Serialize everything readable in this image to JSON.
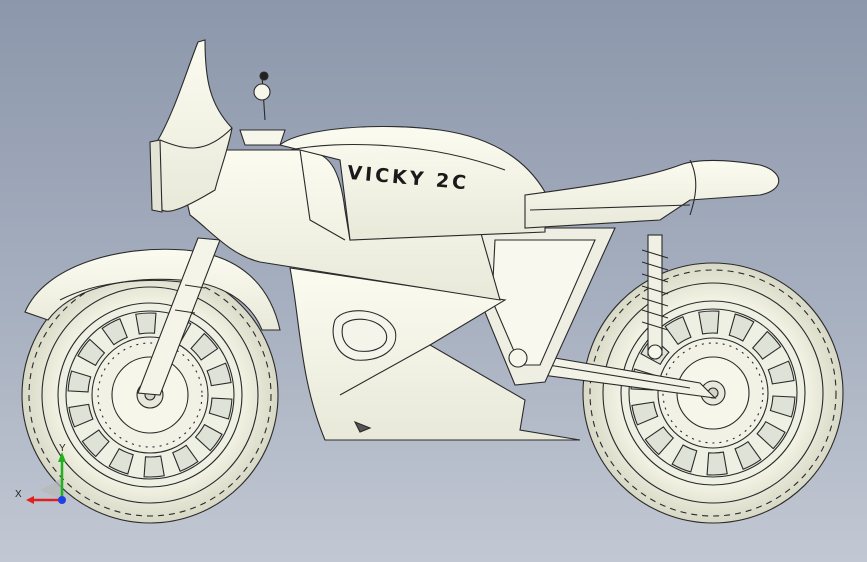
{
  "model": {
    "tank_label": "VICKY 2C"
  },
  "triad": {
    "x_label": "X",
    "y_label": "Y",
    "x_color": "#e02020",
    "y_color": "#20b020",
    "z_color": "#2040e0"
  },
  "icons": [
    "coordinate-triad-icon"
  ]
}
